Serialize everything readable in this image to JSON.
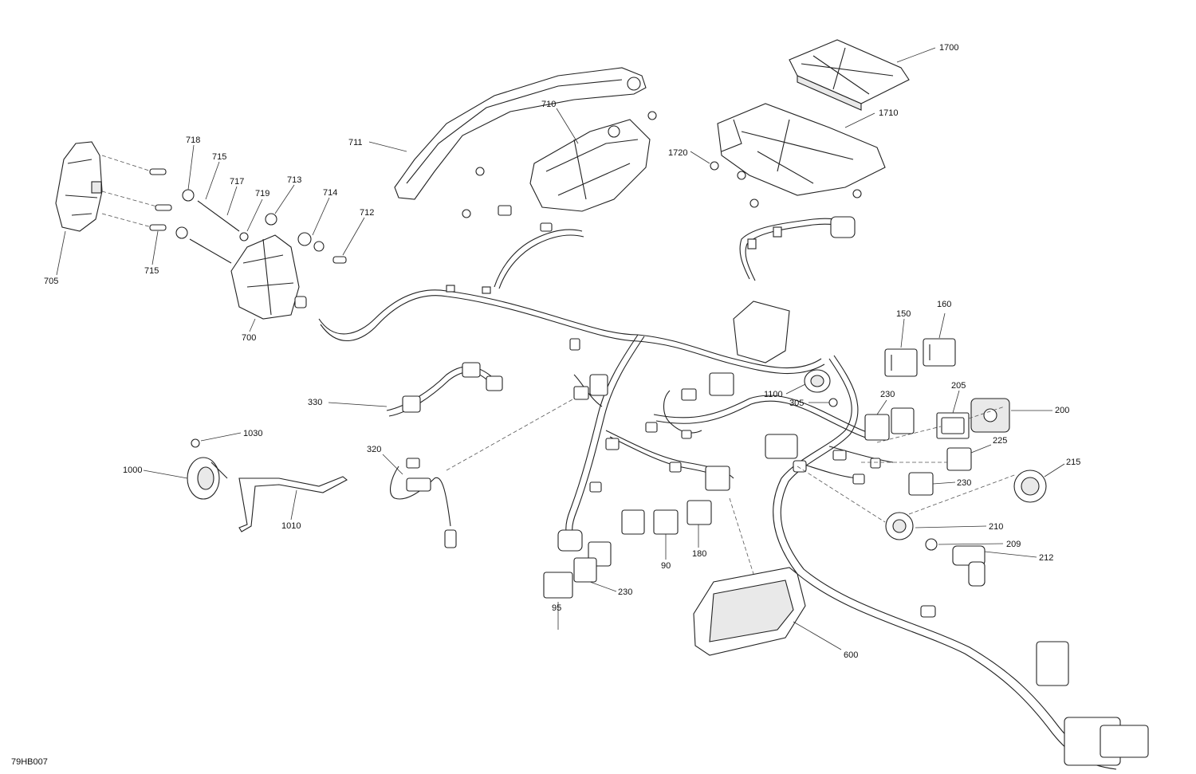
{
  "diagram": {
    "reference_code": "79HB007",
    "callouts": [
      {
        "id": "c1700",
        "label": "1700"
      },
      {
        "id": "c1710",
        "label": "1710"
      },
      {
        "id": "c1720",
        "label": "1720"
      },
      {
        "id": "c711",
        "label": "711"
      },
      {
        "id": "c710",
        "label": "710"
      },
      {
        "id": "c718",
        "label": "718"
      },
      {
        "id": "c715a",
        "label": "715"
      },
      {
        "id": "c717",
        "label": "717"
      },
      {
        "id": "c719",
        "label": "719"
      },
      {
        "id": "c713",
        "label": "713"
      },
      {
        "id": "c714",
        "label": "714"
      },
      {
        "id": "c712",
        "label": "712"
      },
      {
        "id": "c715b",
        "label": "715"
      },
      {
        "id": "c705",
        "label": "705"
      },
      {
        "id": "c700",
        "label": "700"
      },
      {
        "id": "c150",
        "label": "150"
      },
      {
        "id": "c160",
        "label": "160"
      },
      {
        "id": "c1100",
        "label": "1100"
      },
      {
        "id": "c305",
        "label": "305"
      },
      {
        "id": "c230a",
        "label": "230"
      },
      {
        "id": "c205",
        "label": "205"
      },
      {
        "id": "c200",
        "label": "200"
      },
      {
        "id": "c225",
        "label": "225"
      },
      {
        "id": "c230b",
        "label": "230"
      },
      {
        "id": "c215",
        "label": "215"
      },
      {
        "id": "c210",
        "label": "210"
      },
      {
        "id": "c209",
        "label": "209"
      },
      {
        "id": "c212",
        "label": "212"
      },
      {
        "id": "c330",
        "label": "330"
      },
      {
        "id": "c1030",
        "label": "1030"
      },
      {
        "id": "c1000",
        "label": "1000"
      },
      {
        "id": "c1010",
        "label": "1010"
      },
      {
        "id": "c320",
        "label": "320"
      },
      {
        "id": "c90",
        "label": "90"
      },
      {
        "id": "c180",
        "label": "180"
      },
      {
        "id": "c230c",
        "label": "230"
      },
      {
        "id": "c95",
        "label": "95"
      },
      {
        "id": "c600",
        "label": "600"
      }
    ]
  }
}
